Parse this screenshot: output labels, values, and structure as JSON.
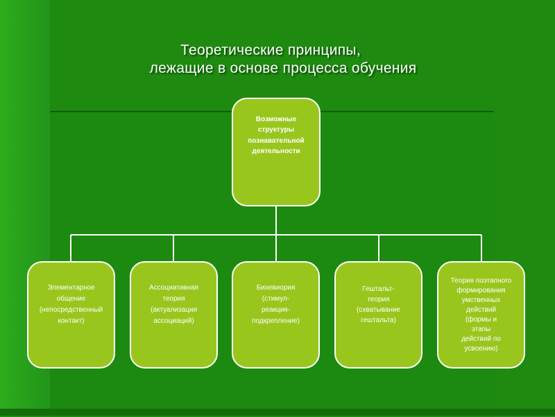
{
  "title": {
    "line1": "Теоретические принципы,",
    "line2": "лежащие в основе процесса обучения"
  },
  "root": {
    "text": "Возможные\nструктуры\nпознавательной\nдеятельности"
  },
  "children": [
    {
      "text": "Элементарное\nобщение\n(непосредственный\nконтакт)"
    },
    {
      "text": "Ассоциативная\nтеория\n(актуализация\nассоциаций)"
    },
    {
      "text": "Бихевиория\n(стимул-\nреакция-\nподкрепление)"
    },
    {
      "text": "Гештальт-\nтеория\n(схватывание\nгештальта)"
    },
    {
      "text": "Теория поэтапного\nформирования\nумственных\nдействий\n(формы и\nэтапы\nдействий по\nусвоению)"
    }
  ],
  "colors": {
    "background": "#1e8a10",
    "box_fill": "#99c61d",
    "box_border": "#ffffff",
    "connector": "#ffffff",
    "text": "#ffffff"
  }
}
